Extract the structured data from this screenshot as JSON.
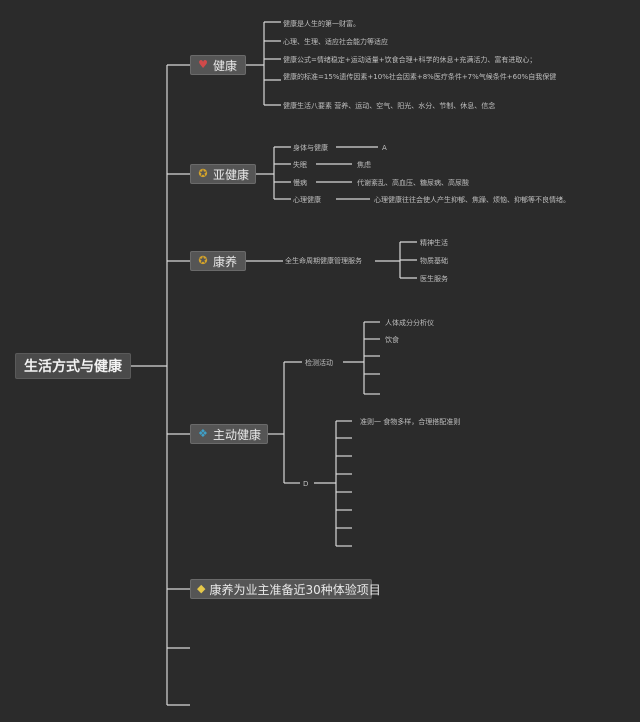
{
  "root": {
    "label": "生活方式与健康"
  },
  "branches": {
    "health": {
      "label": "健康",
      "icon": "heart-icon",
      "icon_color": "#d04a4a",
      "items": [
        "健康是人生的第一财富。",
        "心理、生理、适应社会能力等适应",
        "健康公式=情绪稳定+运动适量+饮食合理+科学的休息+充满活力、富有进取心；",
        "健康的标准=15%遗传因素+10%社会因素+8%医疗条件+7%气候条件+60%自我保健",
        "健康生活八要素 营养、运动、空气、阳光、水分、节制、休息、信念"
      ]
    },
    "subhealth": {
      "label": "亚健康",
      "icon": "ribbon-icon",
      "icon_color": "#d4a32a",
      "items": [
        {
          "label": "身体与健康",
          "child": "A"
        },
        {
          "label": "失眠",
          "child": "焦虑"
        },
        {
          "label": "慢病",
          "child": "代谢紊乱、高血压、糖尿病、高尿酸"
        },
        {
          "label": "心理健康",
          "child": "心理健康往往会使人产生抑郁、焦躁、烦恼、抑郁等不良情绪。"
        }
      ]
    },
    "wellness": {
      "label": "康养",
      "icon": "ribbon-icon",
      "icon_color": "#d4a32a",
      "mid": "全生命周期健康管理服务",
      "items": [
        "精神生活",
        "物质基础",
        "医生服务"
      ]
    },
    "active": {
      "label": "主动健康",
      "icon": "leaf-icon",
      "icon_color": "#3fa0c8",
      "sub1": {
        "label": "检测活动",
        "items": [
          "人体成分分析仪",
          "饮食"
        ]
      },
      "sub2": {
        "label": "D",
        "items": [
          "准则一 食物多样，合理搭配准则"
        ]
      }
    },
    "projects": {
      "label": "康养为业主准备近30种体验项目",
      "icon": "gem-icon",
      "icon_color": "#e6c84a"
    }
  },
  "colors": {
    "background": "#2b2b2b",
    "line": "#d8d8d8",
    "node": "#555555"
  }
}
